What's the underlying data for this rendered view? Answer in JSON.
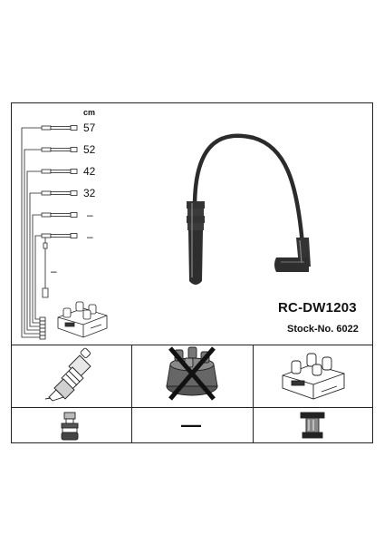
{
  "lengths": {
    "unit": "cm",
    "values": [
      "57",
      "52",
      "42",
      "32",
      "–",
      "–",
      "–"
    ]
  },
  "product": {
    "code": "RC-DW1203",
    "stock_no": "Stock-No. 6022"
  },
  "cells": {
    "plug_boot_note": "—"
  }
}
